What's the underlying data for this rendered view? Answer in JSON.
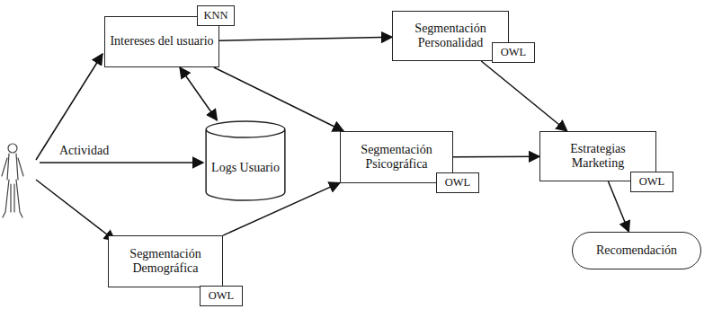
{
  "diagram": {
    "nodes": [
      {
        "text": [
          "Intereses del usuario"
        ]
      },
      {
        "text": [
          "KNN"
        ],
        "in": 0
      },
      {
        "text": [
          "Logs Usuario"
        ]
      },
      {
        "text": [
          "Segmentación Demográfica"
        ]
      },
      {
        "text": [
          "OWL"
        ],
        "in": 3
      },
      {
        "text": [
          "Segmentación Psicográfica"
        ]
      },
      {
        "text": [
          "OWL"
        ],
        "in": 5
      },
      {
        "text": [
          "Segmentación Personalidad"
        ]
      },
      {
        "text": [
          "OWL"
        ],
        "in": 7
      },
      {
        "text": [
          "Estrategias Marketing"
        ]
      },
      {
        "text": [
          "OWL"
        ],
        "in": 9
      },
      {
        "text": [
          "Recomendación"
        ]
      }
    ],
    "edges": [
      {
        "from": 0,
        "to": 2,
        "arrow": "both"
      },
      {
        "from": 0,
        "to": 7,
        "arrow": "to"
      },
      {
        "from": 0,
        "to": 5,
        "arrow": "to"
      },
      {
        "from": 3,
        "to": 5,
        "arrow": "to"
      },
      {
        "from": 7,
        "to": 9,
        "arrow": "to"
      },
      {
        "from": 5,
        "to": 9,
        "arrow": "to"
      },
      {
        "from": 9,
        "to": 11,
        "arrow": "to"
      }
    ],
    "labels": [
      "Actividad"
    ]
  }
}
